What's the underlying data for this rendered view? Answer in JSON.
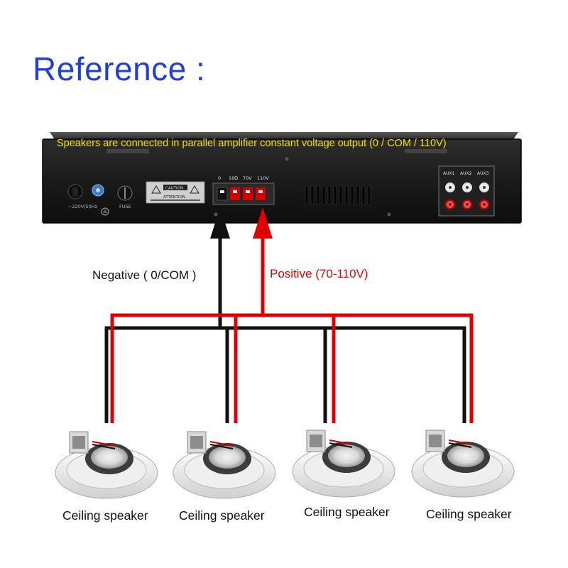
{
  "title": "Reference :",
  "amplifier": {
    "caption": "Speakers are connected in parallel amplifier constant voltage output (0 / COM / 110V)",
    "terminal_labels": [
      "0",
      "16Ω",
      "70V",
      "110V"
    ],
    "aux_labels": [
      "AUX1",
      "AUX2",
      "AUX3"
    ],
    "power_label": "~220V/50Hz",
    "fuse_label": "FUSE",
    "caution_label": "CAUTION",
    "attention_label": "ATTENTION"
  },
  "wires": {
    "negative_label": "Negative ( 0/COM )",
    "positive_label": "Positive (70-110V)",
    "negative_color": "#111111",
    "positive_color": "#e00000"
  },
  "speakers": [
    {
      "label": "Ceiling speaker"
    },
    {
      "label": "Ceiling speaker"
    },
    {
      "label": "Ceiling speaker"
    },
    {
      "label": "Ceiling speaker"
    }
  ]
}
